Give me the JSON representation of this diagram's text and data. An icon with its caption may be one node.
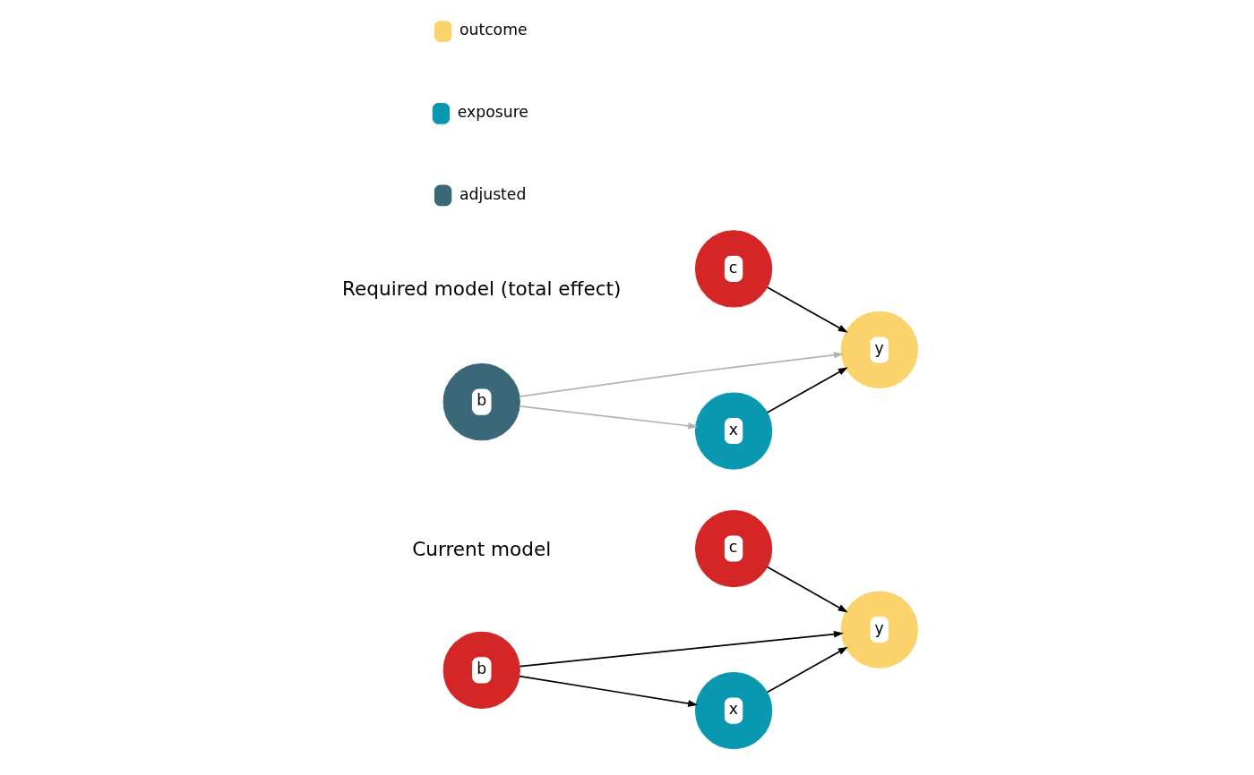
{
  "diagram": {
    "nodes": [
      {
        "text": [
          "x"
        ]
      },
      {
        "text": [
          "c"
        ]
      },
      {
        "text": [
          "y"
        ]
      },
      {
        "text": [
          "b"
        ]
      },
      {
        "text": [
          "x"
        ]
      },
      {
        "text": [
          "c"
        ]
      },
      {
        "text": [
          "y"
        ]
      },
      {
        "text": [
          "b"
        ]
      }
    ],
    "edges": [
      {
        "from": 0,
        "to": 2,
        "arrow": "to"
      },
      {
        "from": 1,
        "to": 2,
        "arrow": "to"
      },
      {
        "from": 3,
        "to": 2,
        "arrow": "to"
      },
      {
        "from": 3,
        "to": 0,
        "arrow": "to"
      },
      {
        "from": 4,
        "to": 6,
        "arrow": "to"
      },
      {
        "from": 5,
        "to": 6,
        "arrow": "to"
      },
      {
        "from": 7,
        "to": 6,
        "arrow": "to",
        "color": "#b3b3b3"
      },
      {
        "from": 7,
        "to": 4,
        "arrow": "to",
        "color": "#b3b3b3"
      }
    ],
    "labels": [
      "Current model",
      "Required model (total effect)"
    ],
    "legend": [
      {
        "text": "outcome",
        "color": "#fad36d"
      },
      {
        "text": "exposure",
        "color": "#0a98b0"
      },
      {
        "text": "adjusted",
        "color": "#3b6878"
      }
    ]
  }
}
